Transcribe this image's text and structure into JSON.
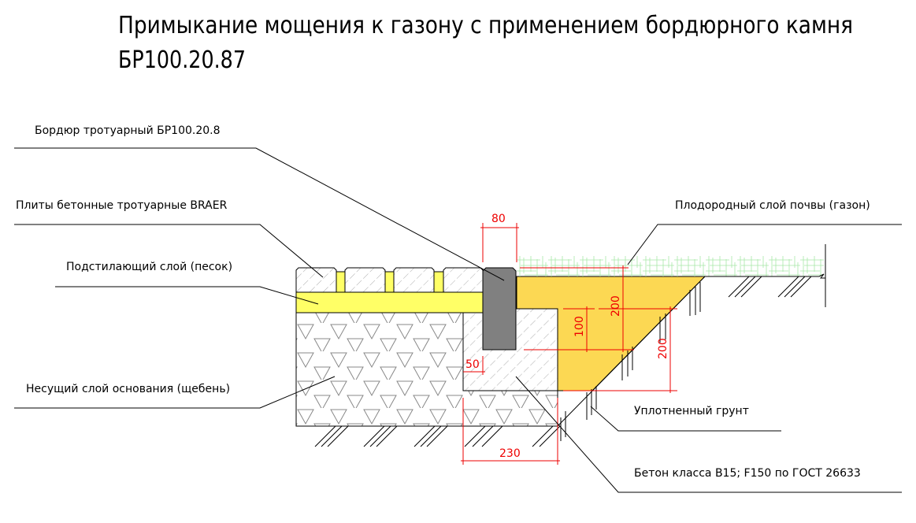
{
  "title": {
    "line1": "Примыкание мощения к газону с применением бордюрного камня",
    "line2": "БР100.20.87"
  },
  "labels": {
    "curb": "Бордюр тротуарный БР100.20.8",
    "pavers": "Плиты бетонные тротуарные BRAER",
    "sand": "Подстилающий слой (песок)",
    "gravel": "Несущий слой основания (щебень)",
    "topsoil": "Плодородный слой почвы (газон)",
    "compacted": "Уплотненный грунт",
    "concrete": "Бетон класса В15; F150 по ГОСТ 26633"
  },
  "dimensions": {
    "curb_width": "80",
    "soil_depth": "200",
    "curb_embed": "100",
    "concrete_side": "200",
    "concrete_offset": "50",
    "concrete_width": "230"
  },
  "colors": {
    "sand": "#ffff66",
    "soil": "#fcd853",
    "curb": "#808080",
    "grass": "#b8f0b8",
    "dimension": "#ee0000"
  }
}
